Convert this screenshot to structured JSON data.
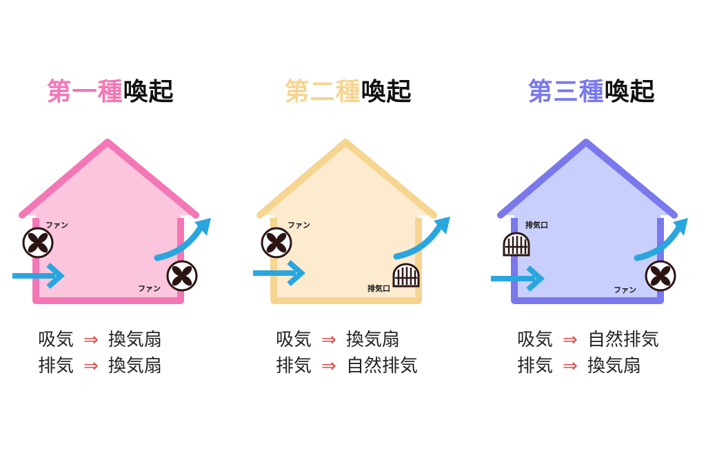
{
  "colors": {
    "type1": "#f477b5",
    "type1_fill": "#fbc6dd",
    "type2": "#f6d591",
    "type2_fill": "#fdebd0",
    "type3": "#7a78ec",
    "type3_fill": "#c9cffb",
    "air_arrow": "#2aa6df",
    "symbol_arrow": "#e04a4a",
    "device": "#2b1512"
  },
  "panels": [
    {
      "title_colored": "第一種",
      "title_suffix": "喚起",
      "labels": {
        "upper": "ファン",
        "lower": "ファン"
      },
      "rows": [
        {
          "term": "吸気",
          "symbol": "⇒",
          "method": "換気扇"
        },
        {
          "term": "排気",
          "symbol": "⇒",
          "method": "換気扇"
        }
      ]
    },
    {
      "title_colored": "第二種",
      "title_suffix": "喚起",
      "labels": {
        "upper": "ファン",
        "lower": "排気口"
      },
      "rows": [
        {
          "term": "吸気",
          "symbol": "⇒",
          "method": "換気扇"
        },
        {
          "term": "排気",
          "symbol": "⇒",
          "method": "自然排気"
        }
      ]
    },
    {
      "title_colored": "第三種",
      "title_suffix": "喚起",
      "labels": {
        "upper": "排気口",
        "lower": "ファン"
      },
      "rows": [
        {
          "term": "吸気",
          "symbol": "⇒",
          "method": "自然排気"
        },
        {
          "term": "排気",
          "symbol": "⇒",
          "method": "換気扇"
        }
      ]
    }
  ]
}
